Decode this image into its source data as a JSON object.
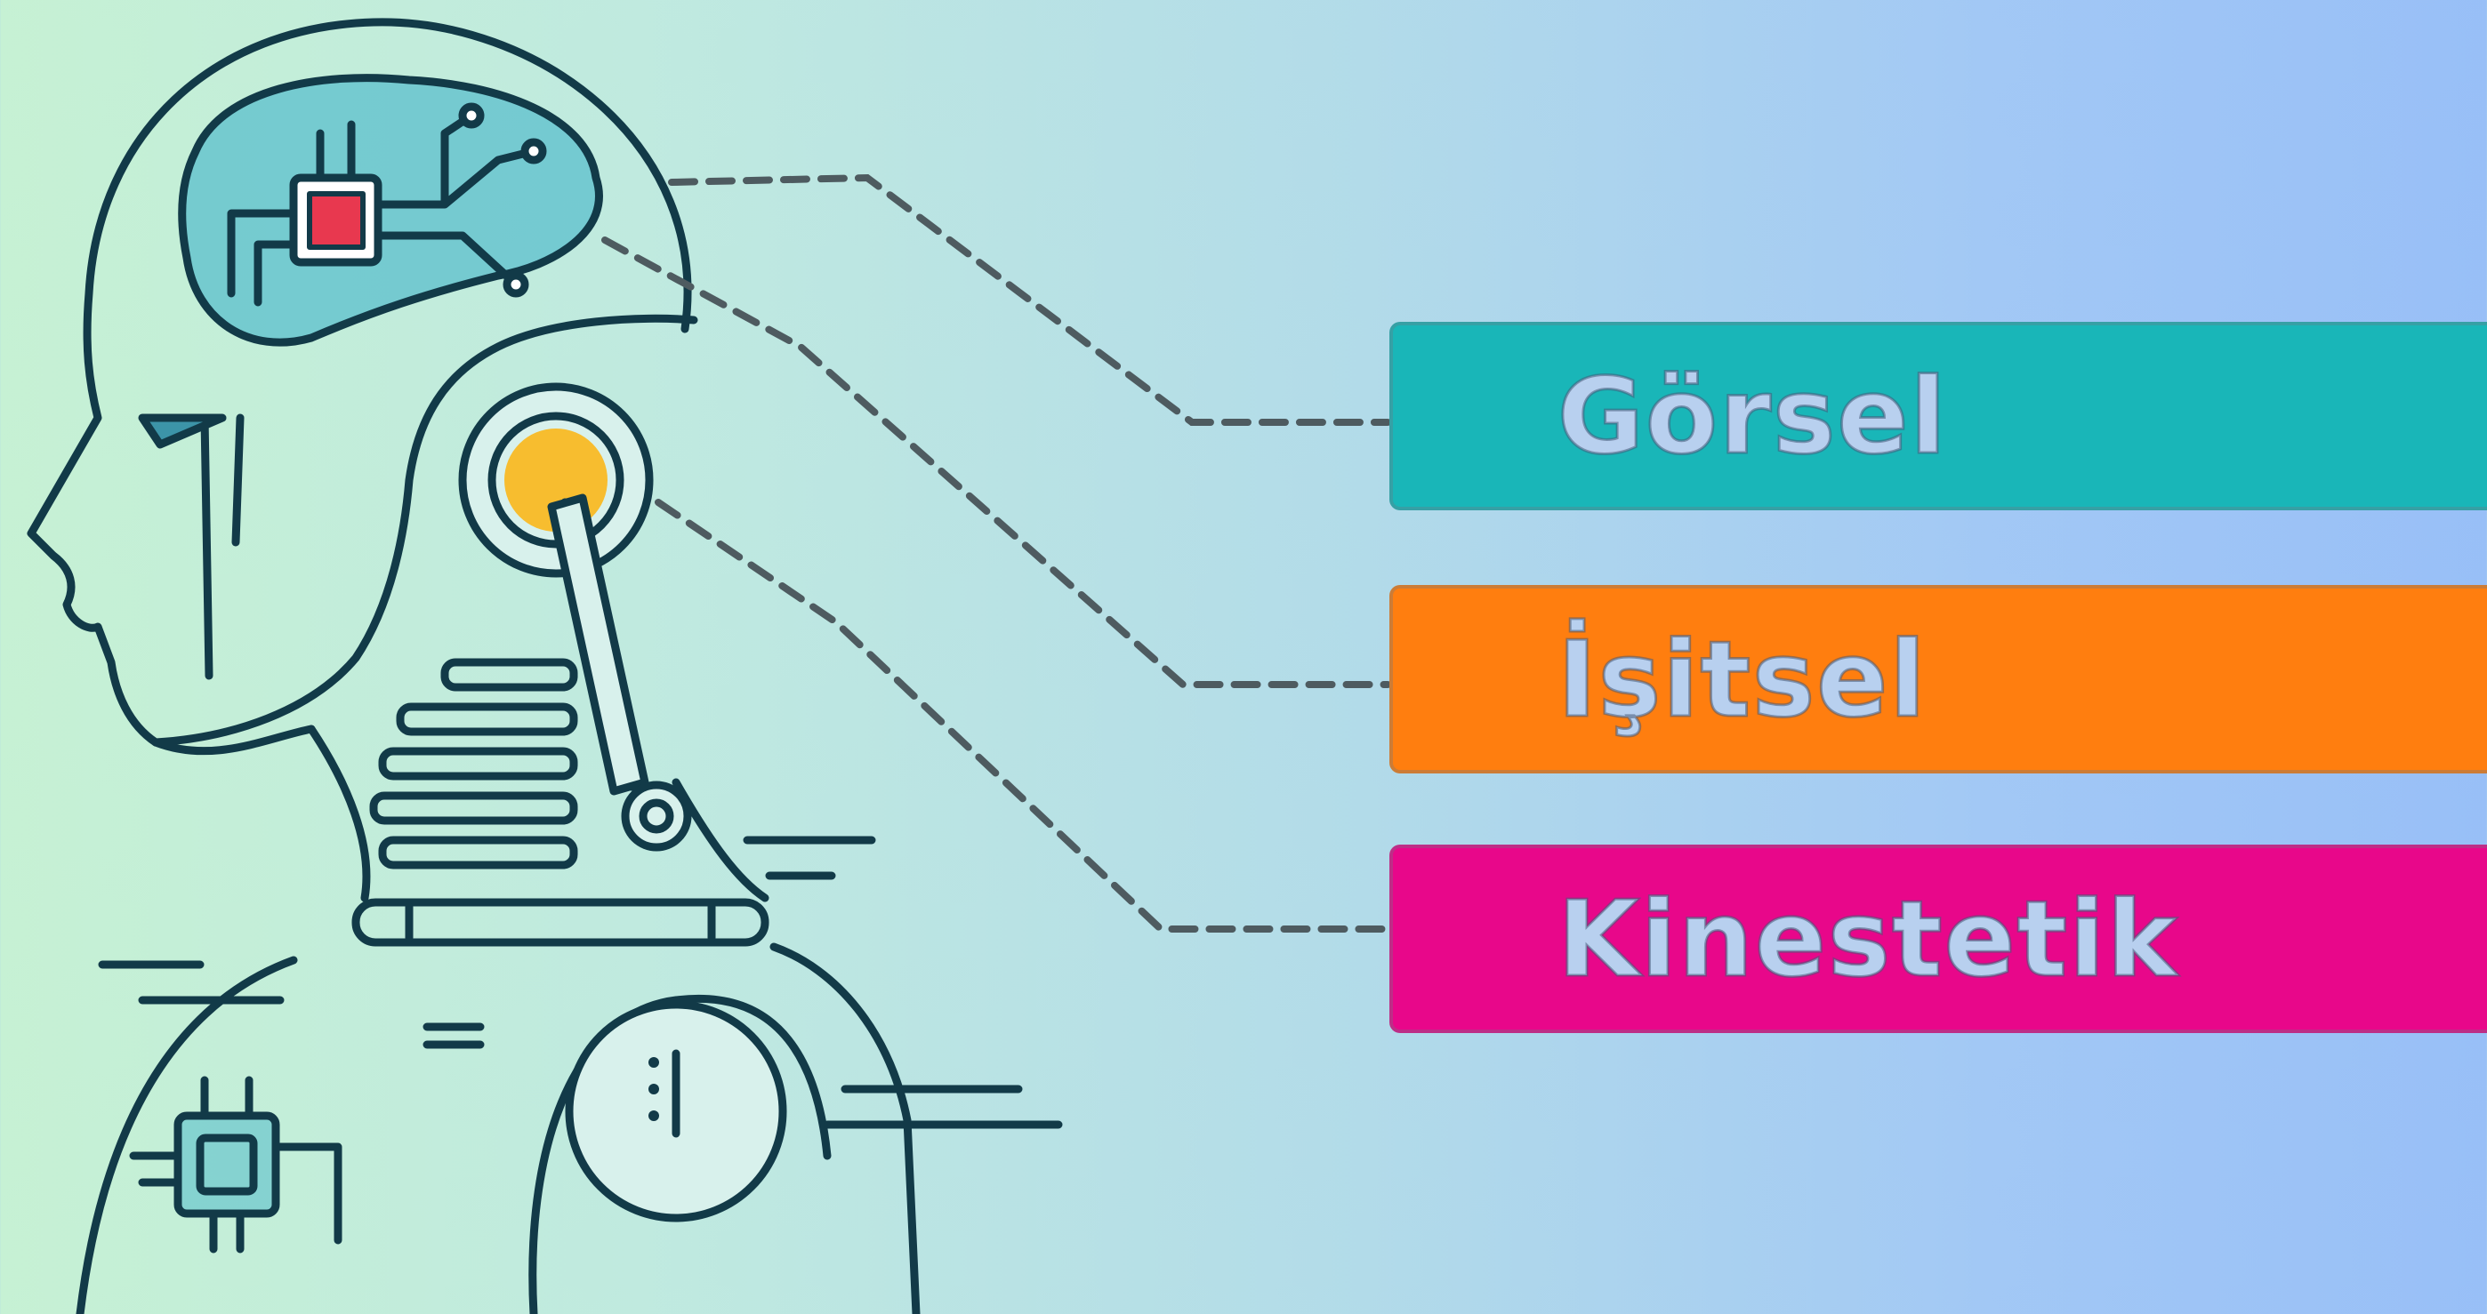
{
  "labels": {
    "visual": "Görsel",
    "auditory": "İşitsel",
    "kinesthetic": "Kinestetik"
  },
  "colors": {
    "visual": "#19b6b8",
    "auditory": "#ff7e0f",
    "kinesthetic": "#e8078a",
    "outline": "#123a48",
    "brain_fill": "#5bbfcc",
    "chip": "#e8384f",
    "ear_dot": "#f7bd2f"
  },
  "icons": [
    "robot-head-icon",
    "circuit-brain-icon",
    "processor-chip-icon"
  ]
}
